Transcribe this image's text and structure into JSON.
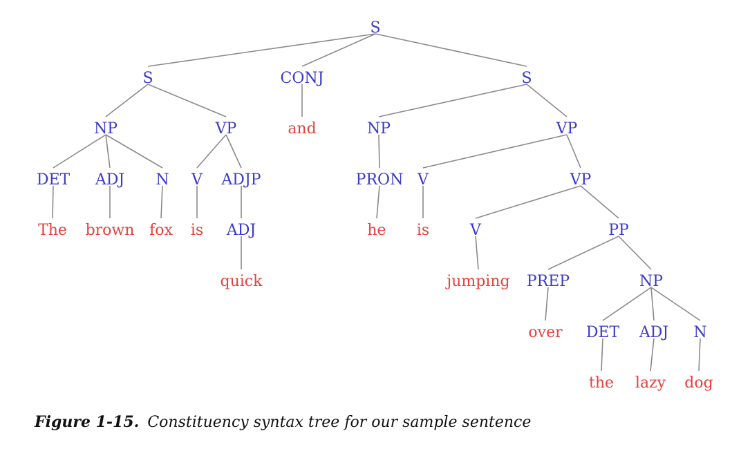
{
  "colors": {
    "phrase": "#3a3acc",
    "word": "#e8403a",
    "edge": "#8a8a8a"
  },
  "tree": {
    "nodes": [
      {
        "id": "s_root",
        "label": "S",
        "kind": "phrase"
      },
      {
        "id": "s_left",
        "label": "S",
        "kind": "phrase"
      },
      {
        "id": "conj",
        "label": "CONJ",
        "kind": "phrase"
      },
      {
        "id": "s_right",
        "label": "S",
        "kind": "phrase"
      },
      {
        "id": "np1",
        "label": "NP",
        "kind": "phrase"
      },
      {
        "id": "vp1",
        "label": "VP",
        "kind": "phrase"
      },
      {
        "id": "w_and",
        "label": "and",
        "kind": "word"
      },
      {
        "id": "np2",
        "label": "NP",
        "kind": "phrase"
      },
      {
        "id": "vp2",
        "label": "VP",
        "kind": "phrase"
      },
      {
        "id": "det1",
        "label": "DET",
        "kind": "phrase"
      },
      {
        "id": "adj1",
        "label": "ADJ",
        "kind": "phrase"
      },
      {
        "id": "n1",
        "label": "N",
        "kind": "phrase"
      },
      {
        "id": "v1",
        "label": "V",
        "kind": "phrase"
      },
      {
        "id": "adjp",
        "label": "ADJP",
        "kind": "phrase"
      },
      {
        "id": "pron",
        "label": "PRON",
        "kind": "phrase"
      },
      {
        "id": "v2",
        "label": "V",
        "kind": "phrase"
      },
      {
        "id": "vp3",
        "label": "VP",
        "kind": "phrase"
      },
      {
        "id": "w_the",
        "label": "The",
        "kind": "word"
      },
      {
        "id": "w_brown",
        "label": "brown",
        "kind": "word"
      },
      {
        "id": "w_fox",
        "label": "fox",
        "kind": "word"
      },
      {
        "id": "w_is1",
        "label": "is",
        "kind": "word"
      },
      {
        "id": "adj2",
        "label": "ADJ",
        "kind": "phrase"
      },
      {
        "id": "w_he",
        "label": "he",
        "kind": "word"
      },
      {
        "id": "w_is2",
        "label": "is",
        "kind": "word"
      },
      {
        "id": "v3",
        "label": "V",
        "kind": "phrase"
      },
      {
        "id": "pp",
        "label": "PP",
        "kind": "phrase"
      },
      {
        "id": "w_quick",
        "label": "quick",
        "kind": "word"
      },
      {
        "id": "w_jumping",
        "label": "jumping",
        "kind": "word"
      },
      {
        "id": "prep",
        "label": "PREP",
        "kind": "phrase"
      },
      {
        "id": "np3",
        "label": "NP",
        "kind": "phrase"
      },
      {
        "id": "w_over",
        "label": "over",
        "kind": "word"
      },
      {
        "id": "det2",
        "label": "DET",
        "kind": "phrase"
      },
      {
        "id": "adj3",
        "label": "ADJ",
        "kind": "phrase"
      },
      {
        "id": "n2",
        "label": "N",
        "kind": "phrase"
      },
      {
        "id": "w_the2",
        "label": "the",
        "kind": "word"
      },
      {
        "id": "w_lazy",
        "label": "lazy",
        "kind": "word"
      },
      {
        "id": "w_dog",
        "label": "dog",
        "kind": "word"
      }
    ],
    "edges": [
      [
        "s_root",
        "s_left"
      ],
      [
        "s_root",
        "conj"
      ],
      [
        "s_root",
        "s_right"
      ],
      [
        "s_left",
        "np1"
      ],
      [
        "s_left",
        "vp1"
      ],
      [
        "conj",
        "w_and"
      ],
      [
        "s_right",
        "np2"
      ],
      [
        "s_right",
        "vp2"
      ],
      [
        "np1",
        "det1"
      ],
      [
        "np1",
        "adj1"
      ],
      [
        "np1",
        "n1"
      ],
      [
        "vp1",
        "v1"
      ],
      [
        "vp1",
        "adjp"
      ],
      [
        "np2",
        "pron"
      ],
      [
        "vp2",
        "v2"
      ],
      [
        "vp2",
        "vp3"
      ],
      [
        "det1",
        "w_the"
      ],
      [
        "adj1",
        "w_brown"
      ],
      [
        "n1",
        "w_fox"
      ],
      [
        "v1",
        "w_is1"
      ],
      [
        "adjp",
        "adj2"
      ],
      [
        "pron",
        "w_he"
      ],
      [
        "v2",
        "w_is2"
      ],
      [
        "vp3",
        "v3"
      ],
      [
        "vp3",
        "pp"
      ],
      [
        "adj2",
        "w_quick"
      ],
      [
        "v3",
        "w_jumping"
      ],
      [
        "pp",
        "prep"
      ],
      [
        "pp",
        "np3"
      ],
      [
        "prep",
        "w_over"
      ],
      [
        "np3",
        "det2"
      ],
      [
        "np3",
        "adj3"
      ],
      [
        "np3",
        "n2"
      ],
      [
        "det2",
        "w_the2"
      ],
      [
        "adj3",
        "w_lazy"
      ],
      [
        "n2",
        "w_dog"
      ]
    ]
  },
  "caption": {
    "label": "Figure 1-15.",
    "text": "Constituency syntax tree for our sample sentence"
  }
}
